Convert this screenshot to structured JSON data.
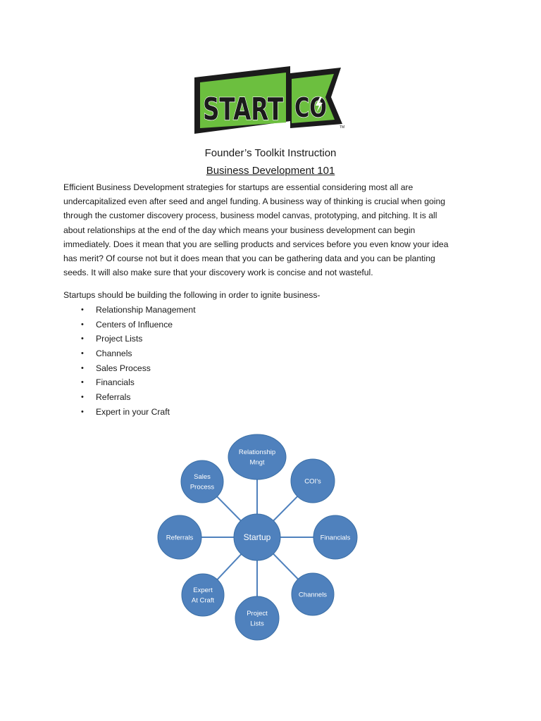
{
  "logo": {
    "text_left": "START",
    "text_right": "CO",
    "trademark": "TM",
    "colors": {
      "green": "#6cbf3f",
      "black": "#1b1b1b",
      "white": "#ffffff"
    }
  },
  "header": {
    "title": "Founder’s Toolkit Instruction",
    "subtitle": "Business Development 101"
  },
  "body": {
    "paragraph_lines": [
      "Efficient Business Development strategies for startups are essential considering most all are",
      "undercapitalized even after seed and angel funding.  A business way of thinking is crucial when going",
      "through the customer discovery process, business model canvas, prototyping, and pitching.  It is all",
      "about relationships at the end of the day which means your business development can begin",
      "immediately.  Does it mean that you are selling products and services before you even know your idea",
      "has merit?  Of course not but it does mean that you can be gathering data and you can be planting",
      "seeds.  It will also make sure that your discovery work is concise and not wasteful."
    ],
    "list_intro": "Startups should be building the following in order to ignite business-",
    "bullet_symbol": "•",
    "list_items": [
      "Relationship Management",
      "Centers of Influence",
      "Project Lists",
      "Channels",
      "Sales Process",
      "Financials",
      "Referrals",
      "Expert in your Craft"
    ]
  },
  "diagram": {
    "node_color": "#4f81bd",
    "node_stroke": "#3a6ea5",
    "line_color": "#4f81bd",
    "center": {
      "name": "startup-node",
      "lines": [
        "Startup"
      ]
    },
    "nodes": [
      {
        "name": "relationship-mngt-node",
        "lines": [
          "Relationship",
          "Mngt"
        ]
      },
      {
        "name": "cois-node",
        "lines": [
          "COI’s"
        ]
      },
      {
        "name": "financials-node",
        "lines": [
          "Financials"
        ]
      },
      {
        "name": "channels-node",
        "lines": [
          "Channels"
        ]
      },
      {
        "name": "project-lists-node",
        "lines": [
          "Project",
          "Lists"
        ]
      },
      {
        "name": "expert-at-craft-node",
        "lines": [
          "Expert",
          "At Craft"
        ]
      },
      {
        "name": "referrals-node",
        "lines": [
          "Referrals"
        ]
      },
      {
        "name": "sales-process-node",
        "lines": [
          "Sales",
          "Process"
        ]
      }
    ]
  }
}
